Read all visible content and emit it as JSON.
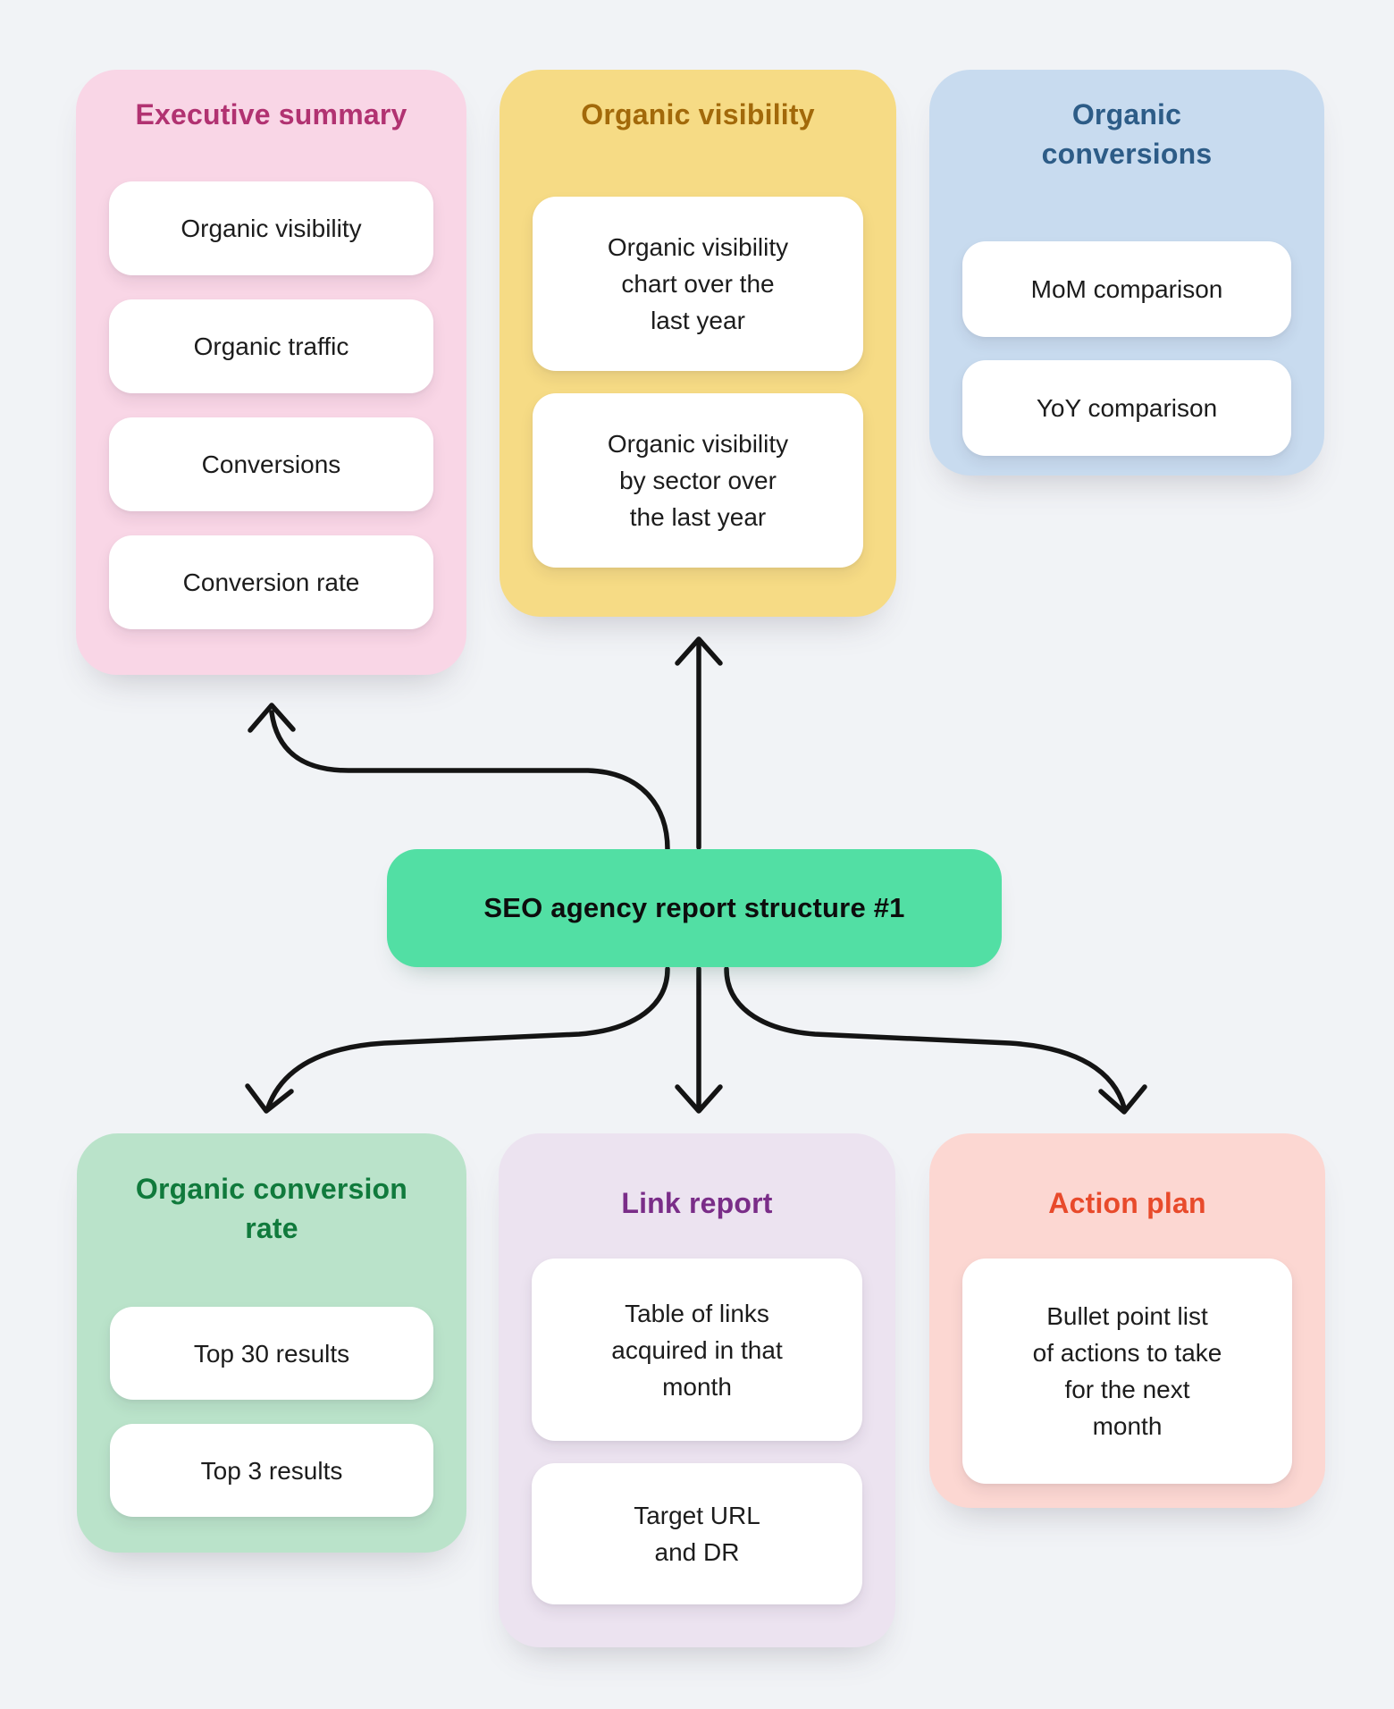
{
  "center_node": {
    "label": "SEO agency report structure #1",
    "color": "#52dfa4"
  },
  "cards": [
    {
      "id": "executive-summary",
      "title": "Executive summary",
      "bg": "#f9d6e6",
      "title_color": "#b13271",
      "items": [
        "Organic visibility",
        "Organic traffic",
        "Conversions",
        "Conversion rate"
      ]
    },
    {
      "id": "organic-visibility",
      "title": "Organic visibility",
      "bg": "#f6db85",
      "title_color": "#a2690a",
      "items": [
        "Organic visibility\nchart over the\nlast year",
        "Organic visibility\nby sector over\nthe last year"
      ]
    },
    {
      "id": "organic-conversions",
      "title": "Organic\nconversions",
      "bg": "#c8dbef",
      "title_color": "#2d5c87",
      "items": [
        "MoM comparison",
        "YoY comparison"
      ]
    },
    {
      "id": "organic-conversion-rate",
      "title": "Organic conversion\nrate",
      "bg": "#bae3ca",
      "title_color": "#107a3c",
      "items": [
        "Top 30 results",
        "Top 3 results"
      ]
    },
    {
      "id": "link-report",
      "title": "Link report",
      "bg": "#ece3f0",
      "title_color": "#7a2d88",
      "items": [
        "Table of links\nacquired in that\nmonth",
        "Target URL\nand DR"
      ]
    },
    {
      "id": "action-plan",
      "title": "Action plan",
      "bg": "#fcd7d2",
      "title_color": "#e84a2b",
      "items": [
        "Bullet point list\nof actions to take\nfor the next\nmonth"
      ]
    }
  ],
  "connections": [
    {
      "from": "center-node",
      "to": "executive-summary",
      "style": "curved-up-left-arrow"
    },
    {
      "from": "center-node",
      "to": "organic-visibility",
      "style": "straight-up-arrow"
    },
    {
      "from": "center-node",
      "to": "organic-conversion-rate",
      "style": "curved-down-left-arrow"
    },
    {
      "from": "center-node",
      "to": "link-report",
      "style": "straight-down-arrow"
    },
    {
      "from": "center-node",
      "to": "action-plan",
      "style": "curved-down-right-arrow"
    }
  ],
  "colors": {
    "background": "#f1f3f6",
    "pill_background": "#ffffff",
    "pill_text": "#1c1c1c",
    "arrow": "#141414",
    "node_text": "#0d0d0d"
  }
}
